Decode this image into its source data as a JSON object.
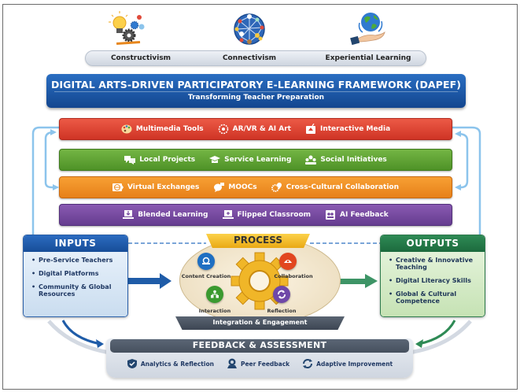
{
  "theories": [
    {
      "label": "Constructivism",
      "icon": "lightbulb-gears-icon"
    },
    {
      "label": "Connectivism",
      "icon": "network-globe-icon"
    },
    {
      "label": "Experiential Learning",
      "icon": "hand-globe-icon"
    }
  ],
  "header": {
    "title": "DIGITAL ARTS-DRIVEN PARTICIPATORY E-LEARNING FRAMEWORK (DAPEF)",
    "subtitle": "Transforming Teacher Preparation"
  },
  "layers": [
    {
      "color": "#d9402f",
      "items": [
        {
          "label": "Multimedia Tools",
          "icon": "palette-icon"
        },
        {
          "label": "AR/VR & AI Art",
          "icon": "ar-vr-icon"
        },
        {
          "label": "Interactive Media",
          "icon": "interactive-media-icon"
        }
      ]
    },
    {
      "color": "#5fa132",
      "items": [
        {
          "label": "Local Projects",
          "icon": "speech-bubbles-icon"
        },
        {
          "label": "Service Learning",
          "icon": "graduation-cap-icon"
        },
        {
          "label": "Social Initiatives",
          "icon": "people-icon"
        }
      ]
    },
    {
      "color": "#ee8d24",
      "items": [
        {
          "label": "Virtual Exchanges",
          "icon": "globe-exchange-icon"
        },
        {
          "label": "MOOCs",
          "icon": "chat-bubble-icon"
        },
        {
          "label": "Cross-Cultural Collaboration",
          "icon": "gear-location-icon"
        }
      ]
    },
    {
      "color": "#74489e",
      "items": [
        {
          "label": "Blended Learning",
          "icon": "laptop-download-icon"
        },
        {
          "label": "Flipped Classroom",
          "icon": "laptop-plus-icon"
        },
        {
          "label": "AI Feedback",
          "icon": "ai-users-icon"
        }
      ]
    }
  ],
  "inputs": {
    "title": "INPUTS",
    "items": [
      "Pre-Service Teachers",
      "Digital Platforms",
      "Community & Global Resources"
    ]
  },
  "process": {
    "title": "PROCESS",
    "nodes": [
      {
        "label": "Content Creation",
        "color": "#1f6fc2",
        "icon": "content-creation-icon"
      },
      {
        "label": "Collaboration",
        "color": "#e2461f",
        "icon": "collaboration-icon"
      },
      {
        "label": "Interaction",
        "color": "#3b9a2f",
        "icon": "interaction-icon"
      },
      {
        "label": "Reflection",
        "color": "#6f48a8",
        "icon": "reflection-icon"
      }
    ],
    "footer": "Integration & Engagement"
  },
  "outputs": {
    "title": "OUTPUTS",
    "items": [
      "Creative & Innovative Teaching",
      "Digital Literacy Skills",
      "Global & Cultural Competence"
    ]
  },
  "feedback": {
    "title": "FEEDBACK & ASSESSMENT",
    "items": [
      {
        "label": "Analytics & Reflection",
        "icon": "shield-check-icon"
      },
      {
        "label": "Peer Feedback",
        "icon": "peer-badge-icon"
      },
      {
        "label": "Adaptive Improvement",
        "icon": "cycle-arrows-icon"
      }
    ]
  },
  "colors": {
    "title_blue": "#1a57a8",
    "inputs_blue": "#1f5ca8",
    "outputs_green": "#237a48",
    "process_gold": "#f0b628",
    "feedback_slate": "#4f5a68",
    "connector_light_blue": "#8cc4ec"
  }
}
